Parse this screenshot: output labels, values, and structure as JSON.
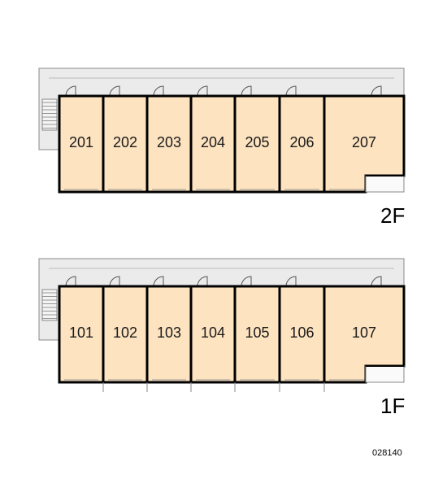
{
  "floors": [
    {
      "label": "2F",
      "rooms": [
        "201",
        "202",
        "203",
        "204",
        "205",
        "206",
        "207"
      ]
    },
    {
      "label": "1F",
      "rooms": [
        "101",
        "102",
        "103",
        "104",
        "105",
        "106",
        "107"
      ]
    }
  ],
  "drawing_code": "028140",
  "colors": {
    "room_fill": "#fde3c0",
    "corridor_fill": "#ebebeb",
    "wall": "#000000",
    "thin_line": "#888888"
  }
}
